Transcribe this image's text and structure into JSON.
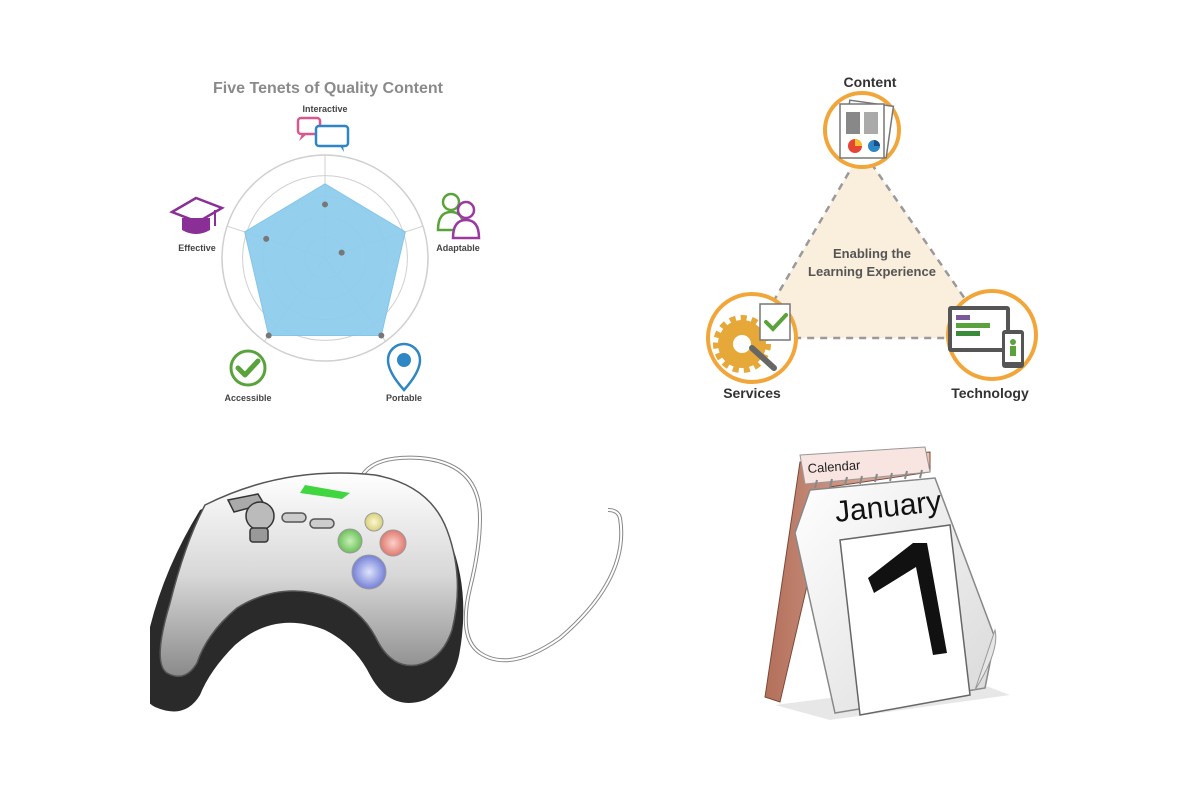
{
  "radar": {
    "title": "Five Tenets of Quality Content",
    "axes": [
      "Interactive",
      "Adaptable",
      "Portable",
      "Accessible",
      "Effective"
    ],
    "values": [
      0.72,
      0.82,
      0.93,
      0.93,
      0.82
    ],
    "markers": [
      0.52,
      0.17,
      0.93,
      0.93,
      0.6
    ],
    "fill_color": "#8fcdee"
  },
  "triangle": {
    "center_line1": "Enabling the",
    "center_line2": "Learning Experience",
    "nodes": {
      "top": "Content",
      "left": "Services",
      "right": "Technology"
    },
    "accent_color": "#f2a63a"
  },
  "calendar": {
    "header": "Calendar",
    "month": "January",
    "day": "1"
  },
  "icons": {
    "gamepad": "gamepad-icon"
  }
}
